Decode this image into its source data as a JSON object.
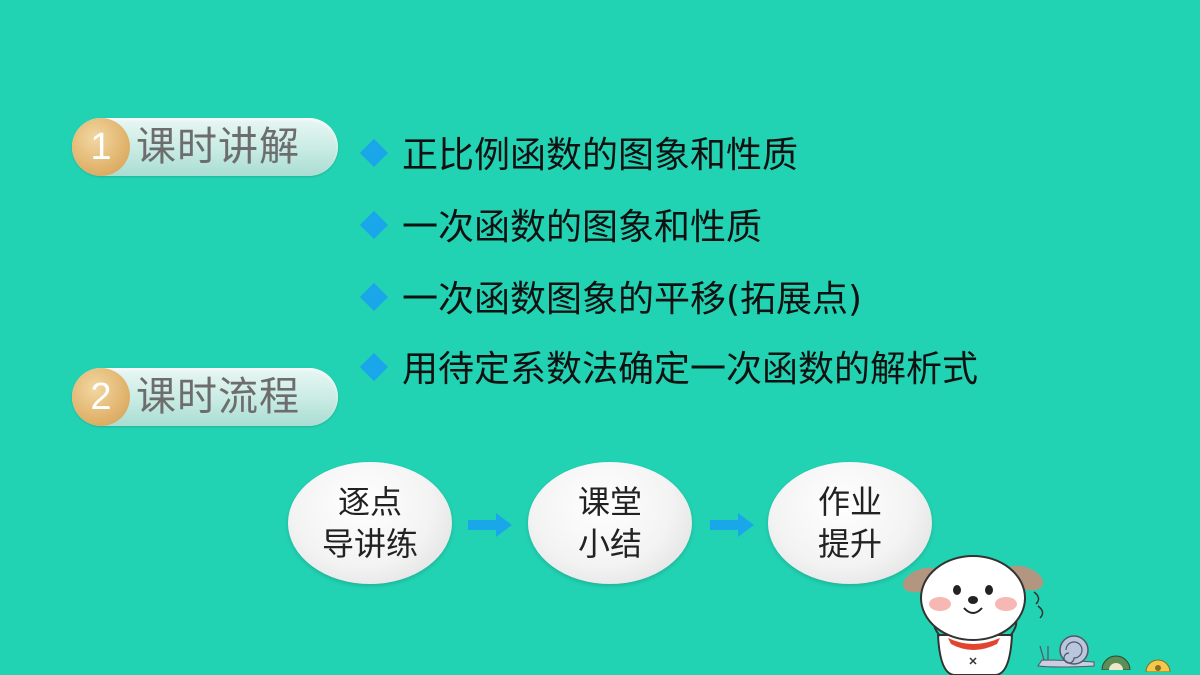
{
  "sections": [
    {
      "number": "1",
      "label": "课时讲解"
    },
    {
      "number": "2",
      "label": "课时流程"
    }
  ],
  "topics": [
    "正比例函数的图象和性质",
    "一次函数的图象和性质",
    "一次函数图象的平移(拓展点)",
    "用待定系数法确定一次函数的解析式"
  ],
  "flow": [
    {
      "line1": "逐点",
      "line2": "导讲练"
    },
    {
      "line1": "课堂",
      "line2": "小结"
    },
    {
      "line1": "作业",
      "line2": "提升"
    }
  ],
  "colors": {
    "background": "#22d3b3",
    "bullet": "#1aa7ea",
    "arrow": "#1aa7ea",
    "badge": "#e1b46d"
  },
  "icons": {
    "bullet": "diamond-icon",
    "flow_arrow": "right-arrow-icon",
    "mascot": "cartoon-dog-icon",
    "snail": "snail-icon"
  }
}
